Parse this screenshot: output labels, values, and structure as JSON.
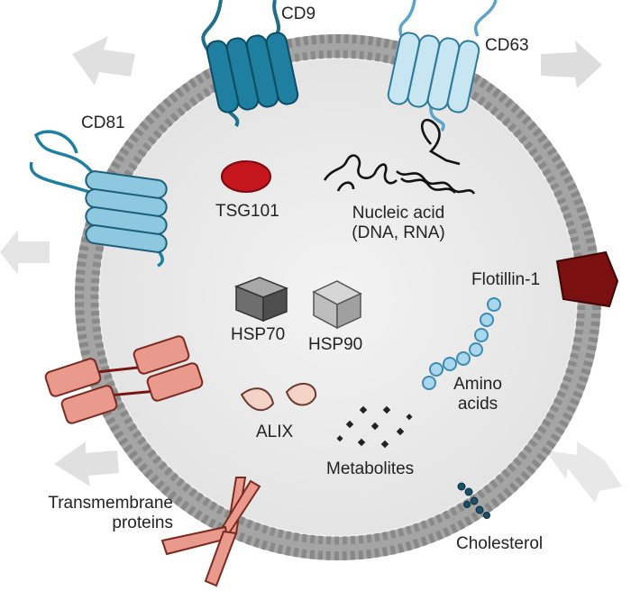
{
  "labels": {
    "cd9": "CD9",
    "cd63": "CD63",
    "cd81": "CD81",
    "tsg101": "TSG101",
    "nucleic_line1": "Nucleic acid",
    "nucleic_line2": "(DNA, RNA)",
    "flotillin": "Flotillin-1",
    "hsp70": "HSP70",
    "hsp90": "HSP90",
    "amino_line1": "Amino",
    "amino_line2": "acids",
    "alix": "ALIX",
    "metabolites": "Metabolites",
    "transmembrane_line1": "Transmembrane",
    "transmembrane_line2": "proteins",
    "cholesterol": "Cholesterol"
  },
  "colors": {
    "membrane_lipid": "#9e9e9e",
    "interior": "#ececec",
    "tetraspanin_dark": "#1f6f8b",
    "tetraspanin_light": "#bfe1ee",
    "tsg101": "#c0181e",
    "flotillin": "#7a1010",
    "hsp": "#8c8c8c",
    "amino": "#a8d6ec",
    "transmembrane": "#e59a8c",
    "arrow": "#e2e2e2"
  }
}
